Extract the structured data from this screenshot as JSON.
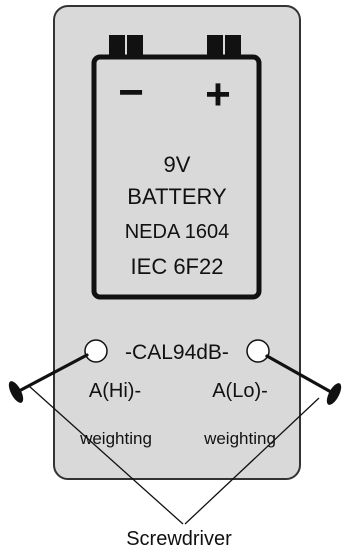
{
  "battery": {
    "terminal_negative": "−",
    "terminal_positive": "+",
    "line1": "9V",
    "line2": "BATTERY",
    "line3": "NEDA 1604",
    "line4": "IEC 6F22"
  },
  "calibration": {
    "label": "-CAL94dB-",
    "left_mode_top": "A(Hi)-",
    "left_mode_bottom": "weighting",
    "right_mode_top": "A(Lo)-",
    "right_mode_bottom": "weighting"
  },
  "callout": {
    "label": "Screwdriver"
  },
  "colors": {
    "panel_fill": "#d9d9d9",
    "outline": "#111111"
  },
  "icons": {
    "left_tool": "screwdriver-icon",
    "right_tool": "screwdriver-icon"
  }
}
